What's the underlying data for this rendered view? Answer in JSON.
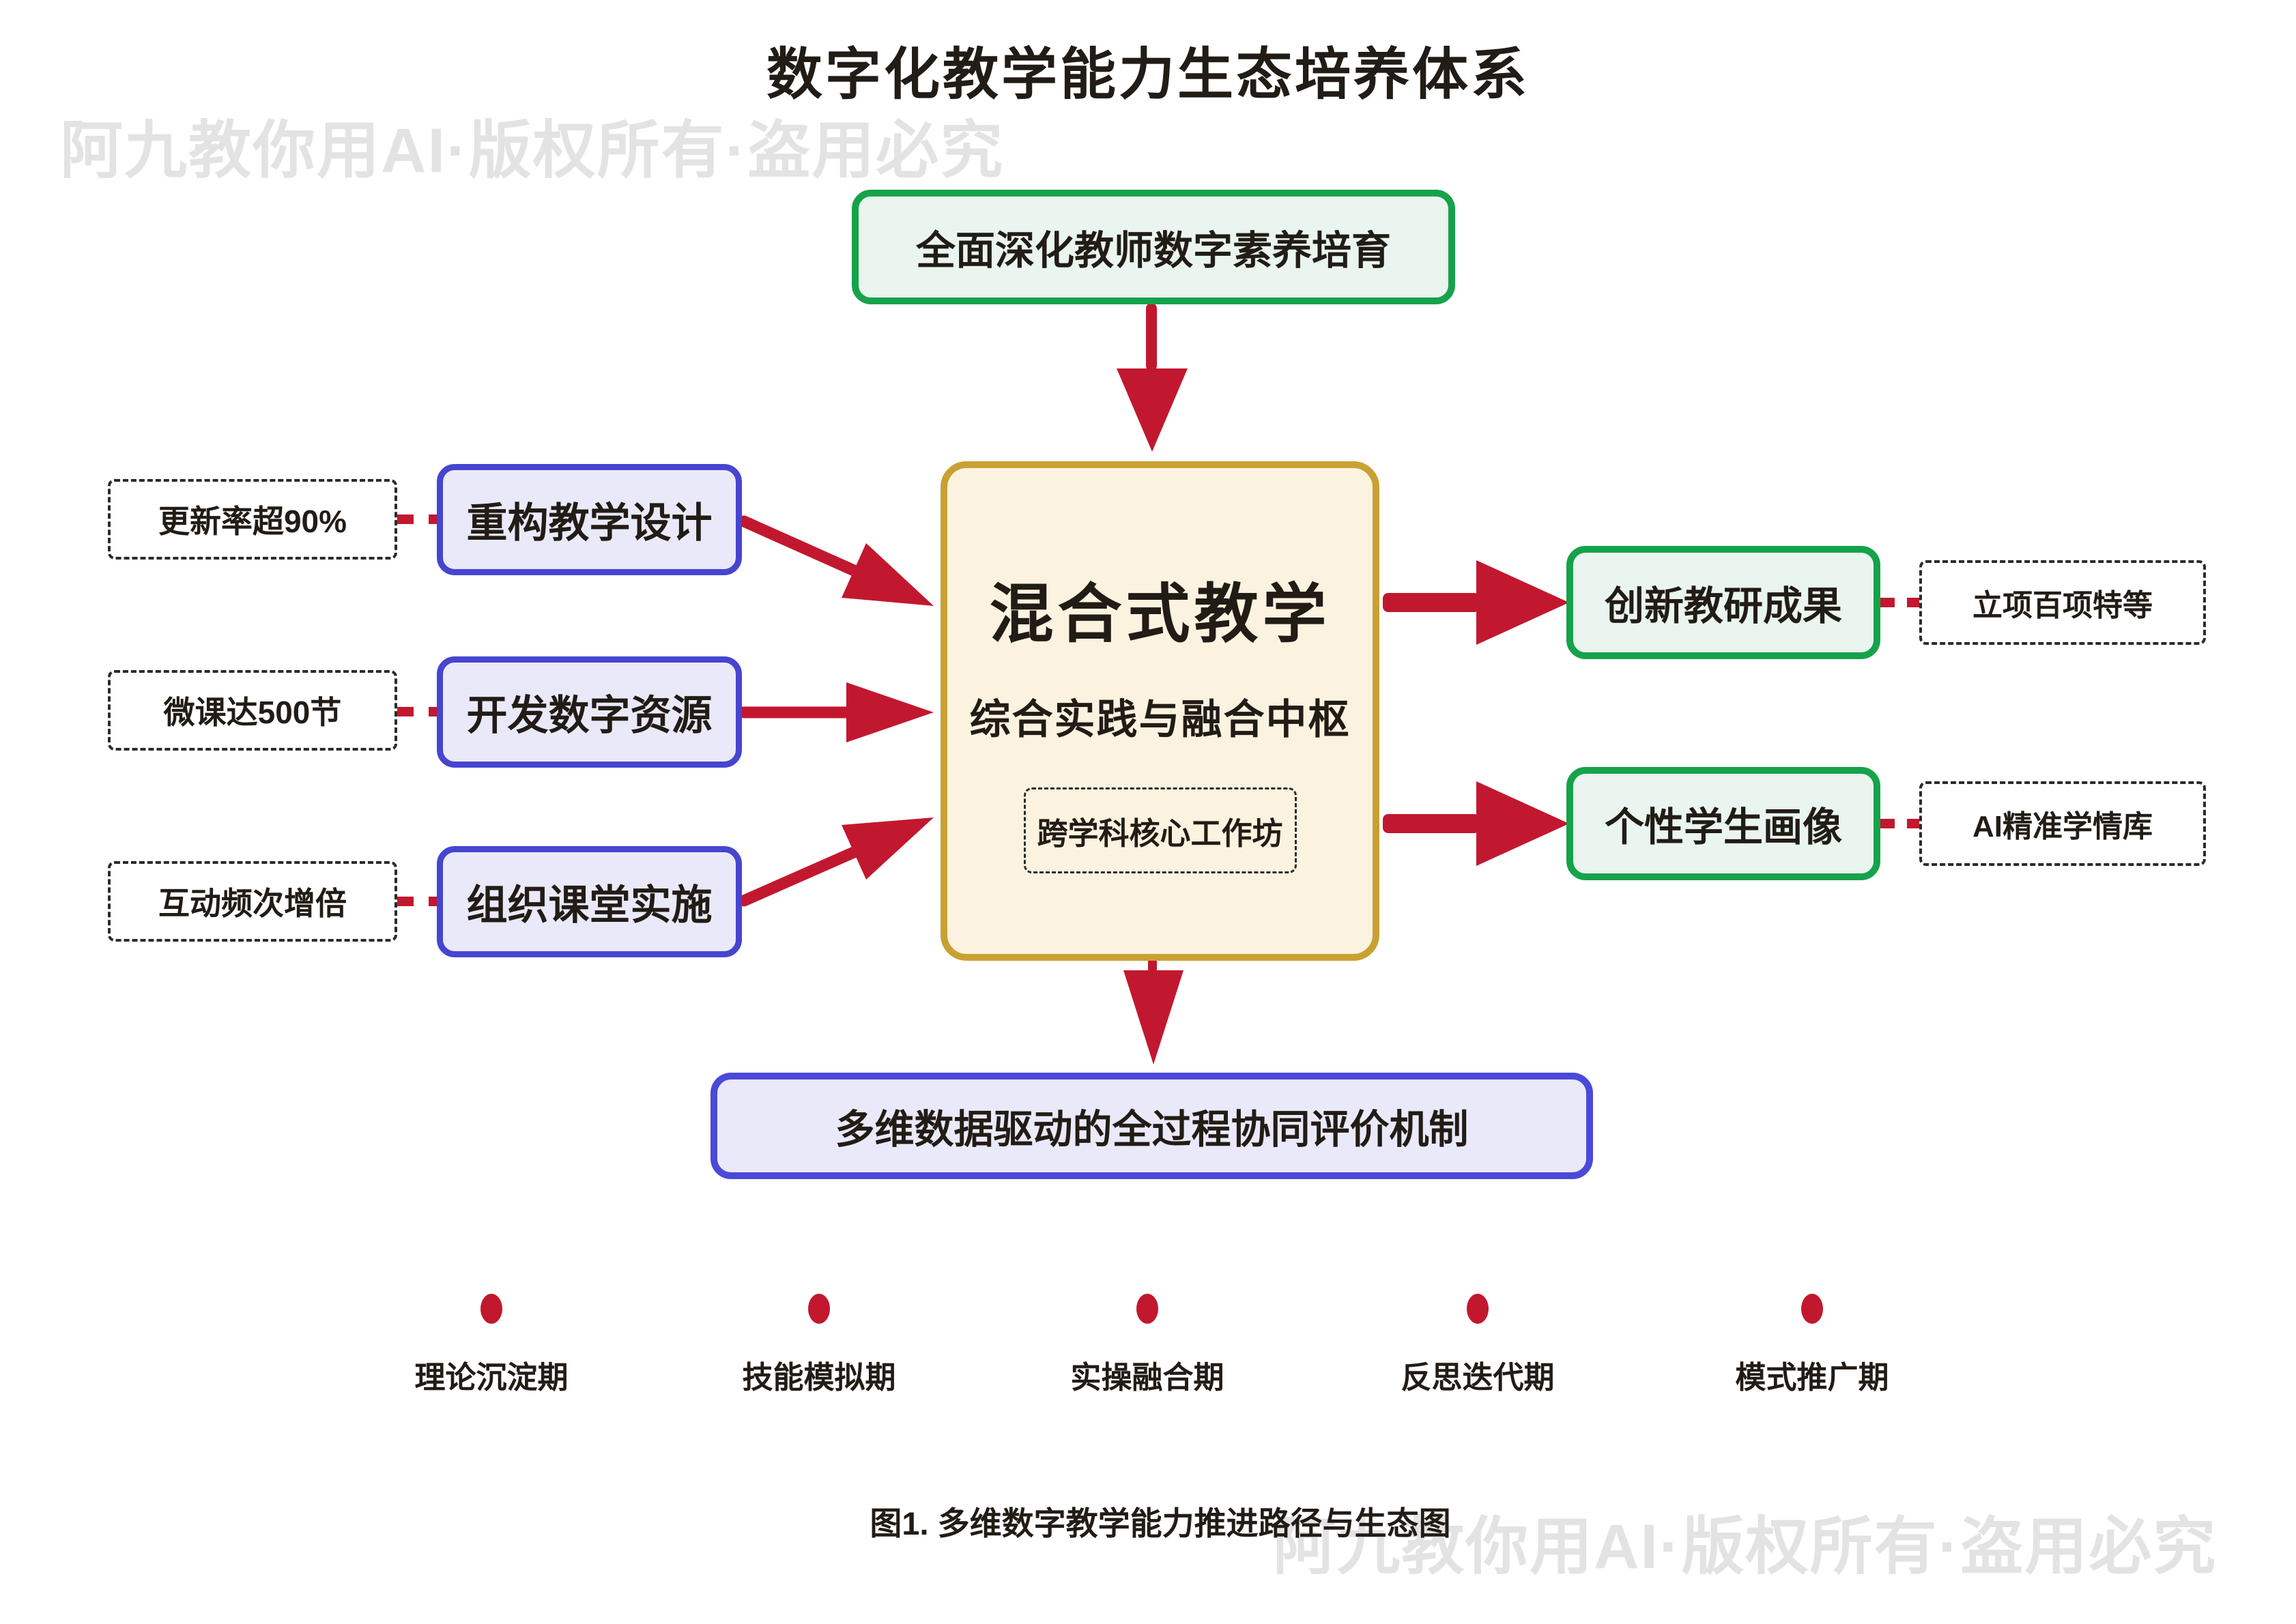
{
  "title": "数字化教学能力生态培养体系",
  "watermark": {
    "text": "阿九教你用AI·版权所有·盗用必究"
  },
  "top_box": {
    "label": "全面深化教师数字素养培育"
  },
  "center": {
    "heading": "混合式教学",
    "subheading": "综合实践与融合中枢",
    "workshop": "跨学科核心工作坊"
  },
  "left_rows": [
    {
      "metric": "更新率超90%",
      "task": "重构教学设计"
    },
    {
      "metric": "微课达500节",
      "task": "开发数字资源"
    },
    {
      "metric": "互动频次增倍",
      "task": "组织课堂实施"
    }
  ],
  "right_rows": [
    {
      "result": "创新教研成果",
      "note": "立项百项特等"
    },
    {
      "result": "个性学生画像",
      "note": "AI精准学情库"
    }
  ],
  "bottom_box": {
    "label": "多维数据驱动的全过程协同评价机制"
  },
  "timeline": {
    "phases": [
      "理论沉淀期",
      "技能模拟期",
      "实操融合期",
      "反思迭代期",
      "模式推广期"
    ]
  },
  "caption": "图1. 多维数字教学能力推进路径与生态图",
  "colors": {
    "arrow_red": "#c2182f",
    "purple_border": "#4645d0",
    "purple_fill": "#eae9f9",
    "green_border": "#16a24b",
    "green_fill": "#e9f5ee",
    "gold_border": "#c9a132",
    "cream_fill": "#fbf3e0",
    "dashed_border": "#2b2b2b",
    "watermark_gray": "#e3e3e3",
    "text_dark": "#221c16"
  }
}
